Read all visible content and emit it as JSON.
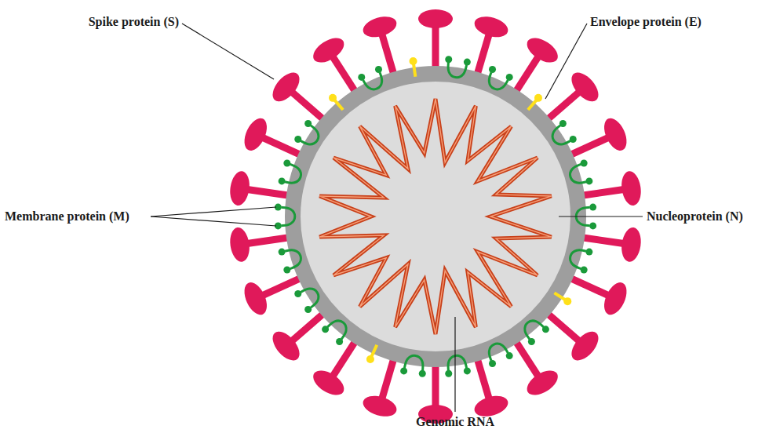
{
  "diagram": {
    "labels": [
      "Spike protein (S)",
      "Envelope protein (E)",
      "Membrane protein (M)",
      "Nucleoprotein (N)",
      "Genomic RNA"
    ]
  }
}
